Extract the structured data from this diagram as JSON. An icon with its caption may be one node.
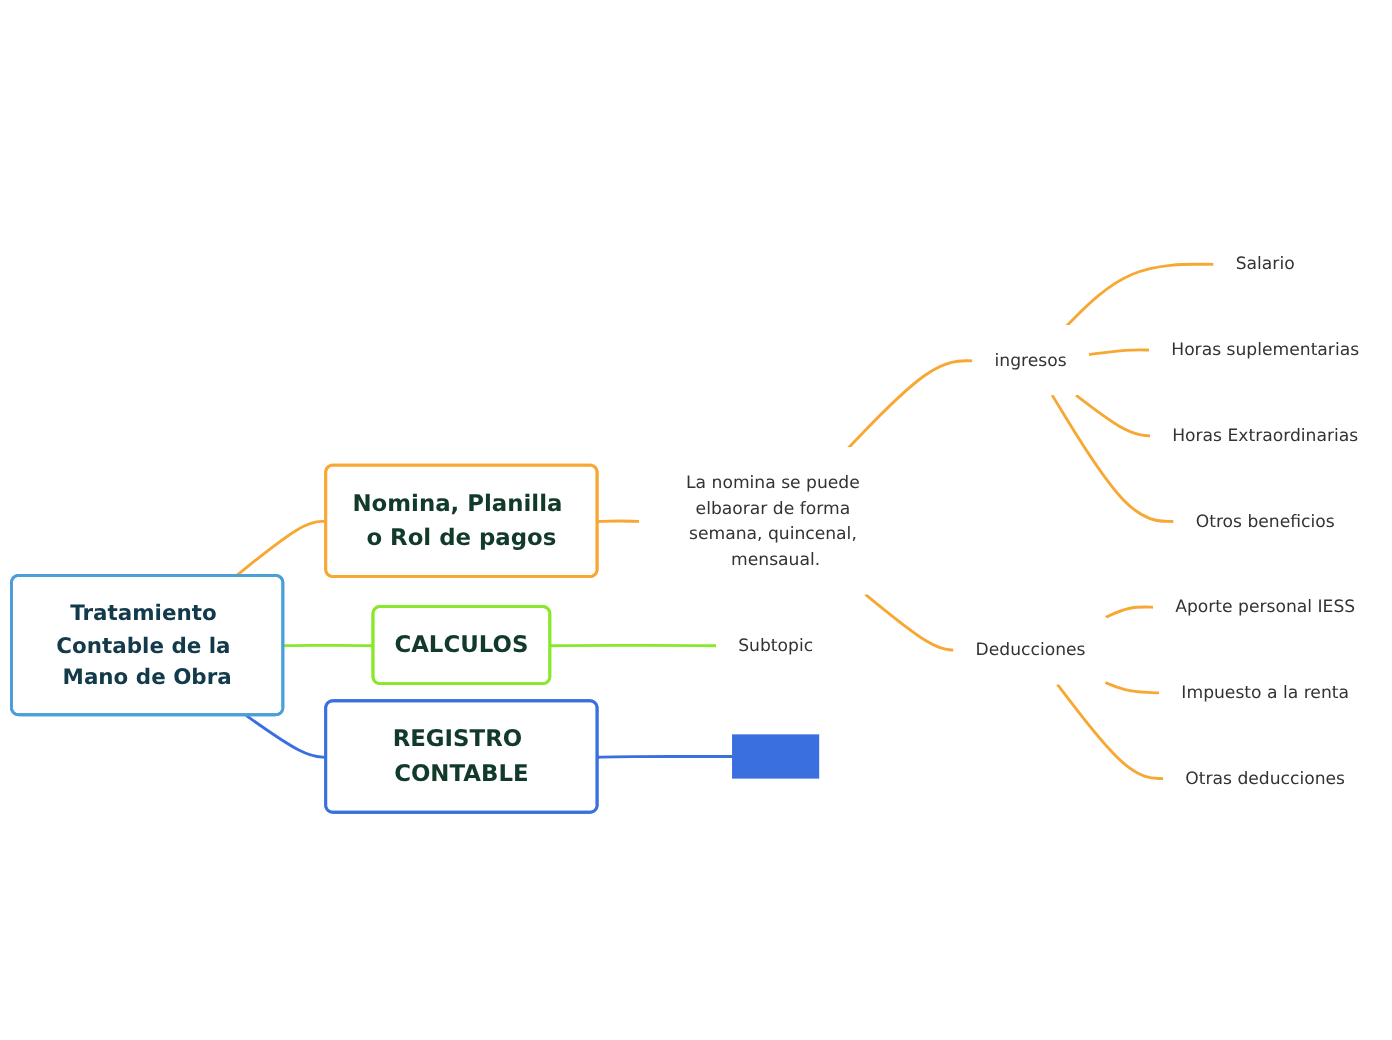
{
  "diagram": {
    "nodes": [
      {
        "text": [
          "Tratamiento Contable de la Mano de Obra"
        ]
      },
      {
        "text": [
          "Nomina, Planilla o Rol de pagos"
        ]
      },
      {
        "text": [
          "La nomina se puede elbaorar de forma semana, quincenal, mensaual."
        ]
      },
      {
        "text": [
          "ingresos"
        ]
      },
      {
        "text": [
          "Salario"
        ]
      },
      {
        "text": [
          "Horas suplementarias"
        ]
      },
      {
        "text": [
          "Horas Extraordinarias"
        ]
      },
      {
        "text": [
          "Otros beneficios"
        ]
      },
      {
        "text": [
          "Deducciones"
        ]
      },
      {
        "text": [
          "Aporte personal IESS"
        ]
      },
      {
        "text": [
          "Impuesto a la renta"
        ]
      },
      {
        "text": [
          "Otras deducciones"
        ]
      },
      {
        "text": [
          "CALCULOS"
        ]
      },
      {
        "text": [
          "Subtopic"
        ]
      },
      {
        "text": [
          "REGISTRO CONTABLE"
        ]
      },
      {
        "text": [],
        "shape": "bar"
      }
    ],
    "edges": [
      {
        "from": 0,
        "to": 1,
        "arrow": "none"
      },
      {
        "from": 1,
        "to": 2,
        "arrow": "none"
      },
      {
        "from": 2,
        "to": 3,
        "arrow": "none"
      },
      {
        "from": 3,
        "to": 4,
        "arrow": "none"
      },
      {
        "from": 3,
        "to": 5,
        "arrow": "none"
      },
      {
        "from": 3,
        "to": 6,
        "arrow": "none"
      },
      {
        "from": 3,
        "to": 7,
        "arrow": "none"
      },
      {
        "from": 2,
        "to": 8,
        "arrow": "none"
      },
      {
        "from": 8,
        "to": 9,
        "arrow": "none"
      },
      {
        "from": 8,
        "to": 10,
        "arrow": "none"
      },
      {
        "from": 8,
        "to": 11,
        "arrow": "none"
      },
      {
        "from": 0,
        "to": 12,
        "arrow": "none",
        "color": "#88e82a"
      },
      {
        "from": 12,
        "to": 13,
        "arrow": "none",
        "color": "#88e82a"
      },
      {
        "from": 0,
        "to": 14,
        "arrow": "none",
        "color": "#3a6fe0"
      },
      {
        "from": 14,
        "to": 15,
        "arrow": "none",
        "color": "#3a6fe0"
      }
    ]
  }
}
